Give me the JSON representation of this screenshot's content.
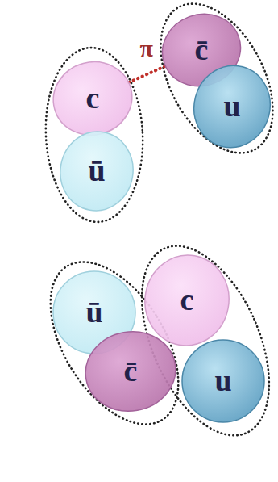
{
  "diagram": {
    "nodes": [
      {
        "text": [
          "c"
        ]
      },
      {
        "text": [
          "ū"
        ]
      },
      {
        "text": [
          "c̄"
        ]
      },
      {
        "text": [
          "u"
        ]
      },
      {
        "text": [
          "ū"
        ]
      },
      {
        "text": [
          "c"
        ]
      },
      {
        "text": [
          "c̄"
        ]
      },
      {
        "text": [
          "u"
        ]
      }
    ],
    "edges": [
      {
        "from": 0,
        "to": 2,
        "arrow": "none",
        "label": "π"
      }
    ]
  }
}
